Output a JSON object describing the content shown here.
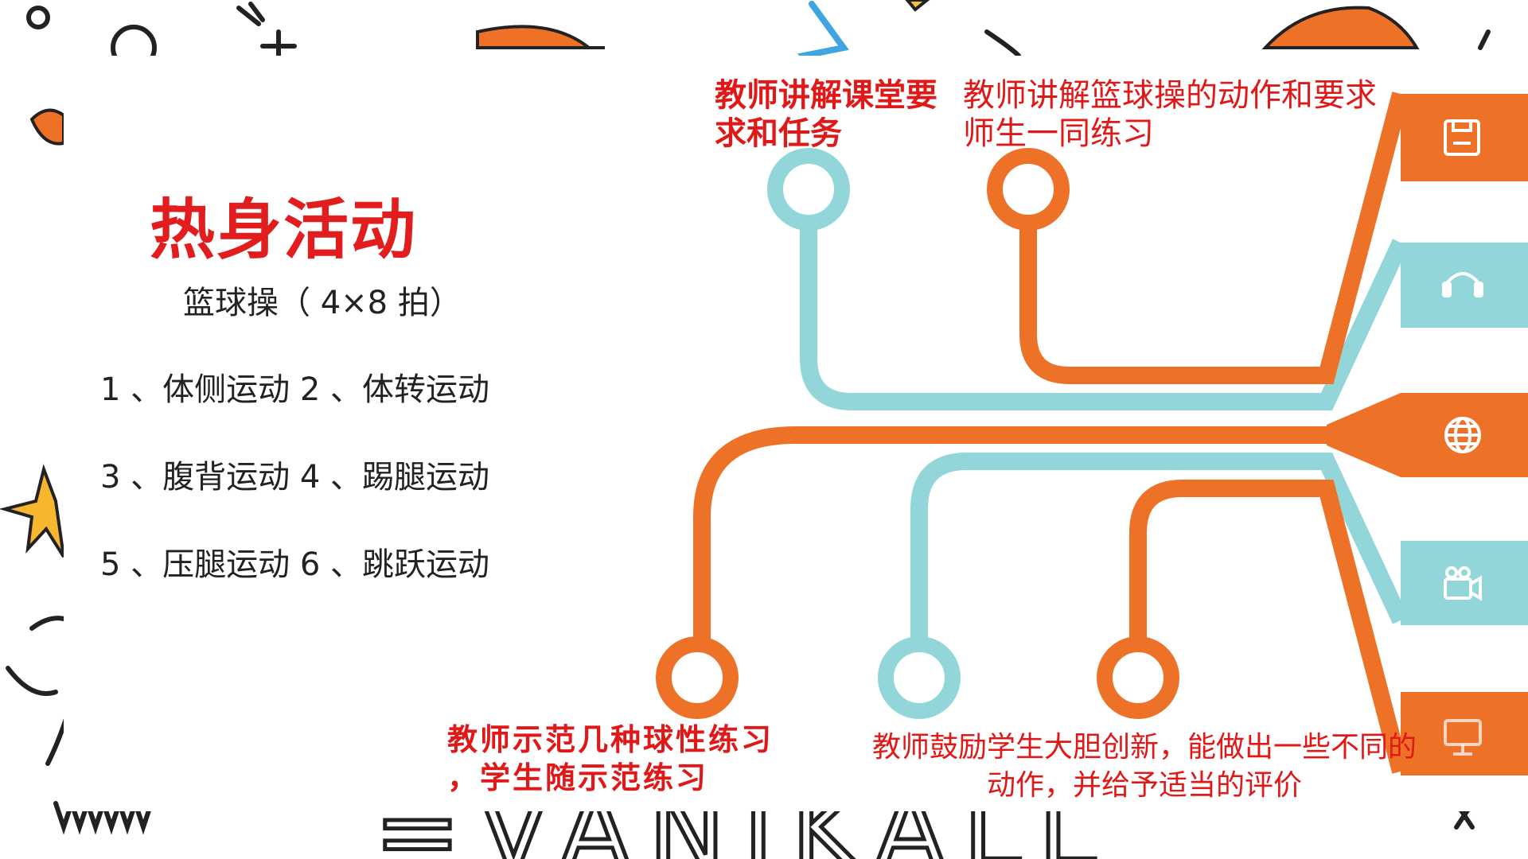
{
  "slide": {
    "title": "热身活动",
    "subtitle": "篮球操（ 4×8 拍）",
    "items": [
      "1 、体侧运动  2 、体转运动",
      "3 、腹背运动  4 、踢腿运动",
      "5 、压腿运动  6 、跳跃运动"
    ]
  },
  "flow": {
    "labels": [
      {
        "lines": [
          "教师讲解课堂要",
          "求和任务"
        ]
      },
      {
        "lines": [
          "教师讲解篮球操的动作和要求",
          "师生一同练习"
        ]
      },
      {
        "lines": [
          "教师示范几种球性练习",
          "，学生随示范练习"
        ]
      },
      {
        "lines": [
          "教师鼓励学生大胆创新，能做出一些不同的",
          "动作，并给予适当的评价"
        ]
      }
    ]
  },
  "side_buttons": [
    {
      "icon": "save-icon",
      "color": "#ee7128"
    },
    {
      "icon": "headphones-icon",
      "color": "#93d6da"
    },
    {
      "icon": "globe-icon",
      "color": "#ee7128"
    },
    {
      "icon": "video-camera-icon",
      "color": "#93d6da"
    },
    {
      "icon": "monitor-icon",
      "color": "#ee7128"
    }
  ],
  "background": {
    "text": "=VANIKALL"
  },
  "colors": {
    "orange": "#ee7128",
    "teal": "#93d6da",
    "title_red": "#e21d1d"
  }
}
